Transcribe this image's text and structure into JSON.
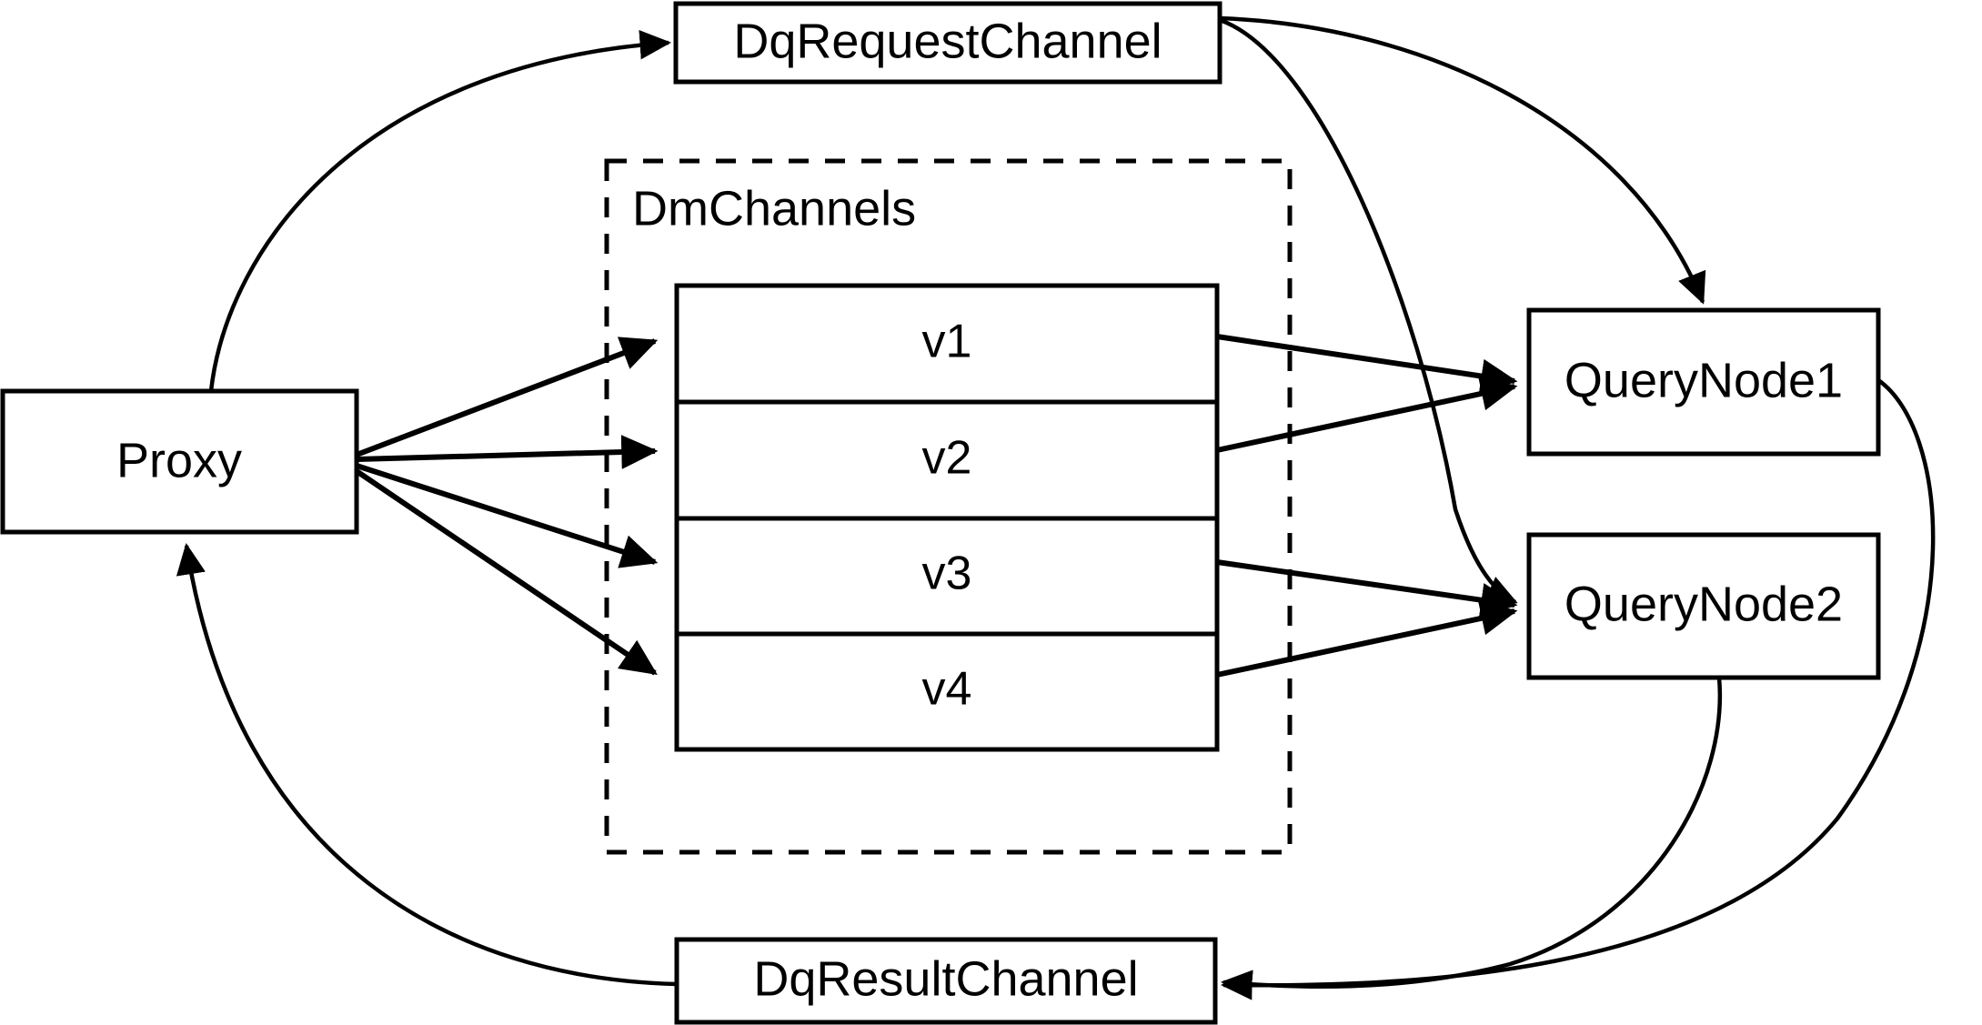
{
  "diagram": {
    "type": "architecture-flow-diagram",
    "background_color": "#ffffff",
    "stroke_color": "#000000",
    "nodes": {
      "proxy": {
        "label": "Proxy"
      },
      "dq_request_channel": {
        "label": "DqRequestChannel"
      },
      "dq_result_channel": {
        "label": "DqResultChannel"
      },
      "query_node_1": {
        "label": "QueryNode1"
      },
      "query_node_2": {
        "label": "QueryNode2"
      }
    },
    "group": {
      "label": "DmChannels",
      "style": "dashed"
    },
    "channel_rows": [
      {
        "label": "v1"
      },
      {
        "label": "v2"
      },
      {
        "label": "v3"
      },
      {
        "label": "v4"
      }
    ]
  }
}
